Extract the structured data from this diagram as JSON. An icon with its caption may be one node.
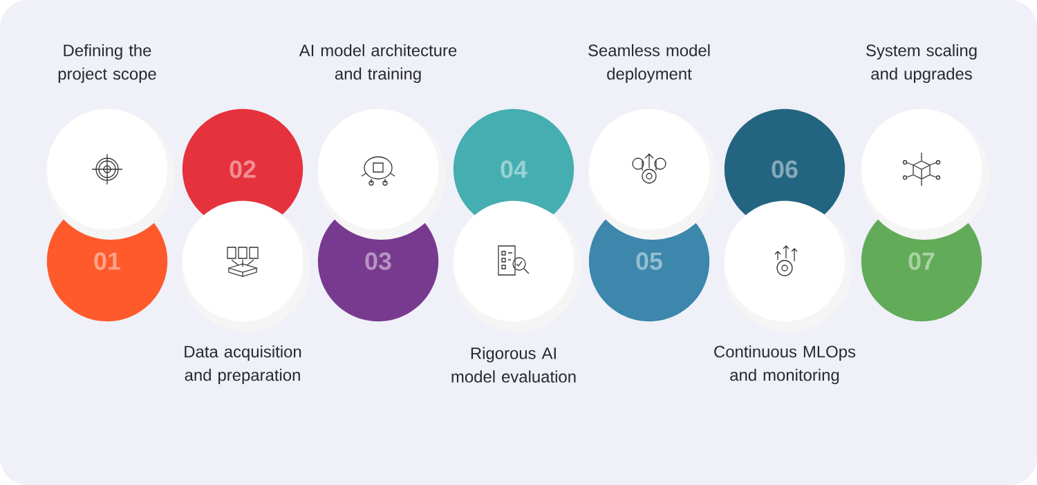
{
  "diagram": {
    "nodes": [
      {
        "text": [
          "Defining the project scope"
        ]
      },
      {
        "text": [],
        "shape": "circle"
      },
      {
        "text": [
          "01"
        ]
      },
      {
        "text": [
          "Data acquisition and preparation"
        ]
      },
      {
        "text": [
          "02"
        ]
      },
      {
        "text": [],
        "shape": "circle"
      },
      {
        "text": [
          "AI model architecture and training"
        ]
      },
      {
        "text": [],
        "shape": "circle"
      },
      {
        "text": [
          "03"
        ]
      },
      {
        "text": [
          "Rigorous AI model evaluation"
        ]
      },
      {
        "text": [
          "04"
        ]
      },
      {
        "text": [],
        "shape": "circle"
      },
      {
        "text": [
          "Seamless model deployment"
        ]
      },
      {
        "text": [],
        "shape": "circle"
      },
      {
        "text": [
          "05"
        ]
      },
      {
        "text": [
          "Continuous MLOps and monitoring"
        ]
      },
      {
        "text": [
          "06"
        ]
      },
      {
        "text": [],
        "shape": "circle"
      },
      {
        "text": [
          "System scaling and upgrades"
        ]
      },
      {
        "text": [],
        "shape": "circle"
      },
      {
        "text": [
          "07"
        ]
      }
    ],
    "edges": []
  }
}
